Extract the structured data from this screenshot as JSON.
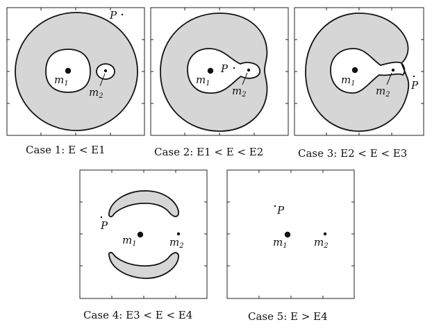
{
  "panels": [
    {
      "caption": "Case 1: E < E1",
      "labels": {
        "p": "P",
        "m1": "m",
        "m1_sub": "1",
        "m2": "m",
        "m2_sub": "2"
      }
    },
    {
      "caption": "Case 2: E1 < E < E2",
      "labels": {
        "p": "P",
        "m1": "m",
        "m1_sub": "1",
        "m2": "m",
        "m2_sub": "2"
      }
    },
    {
      "caption": "Case 3: E2 < E < E3",
      "labels": {
        "p": "P",
        "m1": "m",
        "m1_sub": "1",
        "m2": "m",
        "m2_sub": "2"
      }
    },
    {
      "caption": "Case 4: E3 < E < E4",
      "labels": {
        "p": "P",
        "m1": "m",
        "m1_sub": "1",
        "m2": "m",
        "m2_sub": "2"
      }
    },
    {
      "caption": "Case 5: E > E4",
      "labels": {
        "p": "P",
        "m1": "m",
        "m1_sub": "1",
        "m2": "m",
        "m2_sub": "2"
      }
    }
  ],
  "colors": {
    "forbidden_region": "#d6d6d6",
    "outline": "#111111"
  }
}
